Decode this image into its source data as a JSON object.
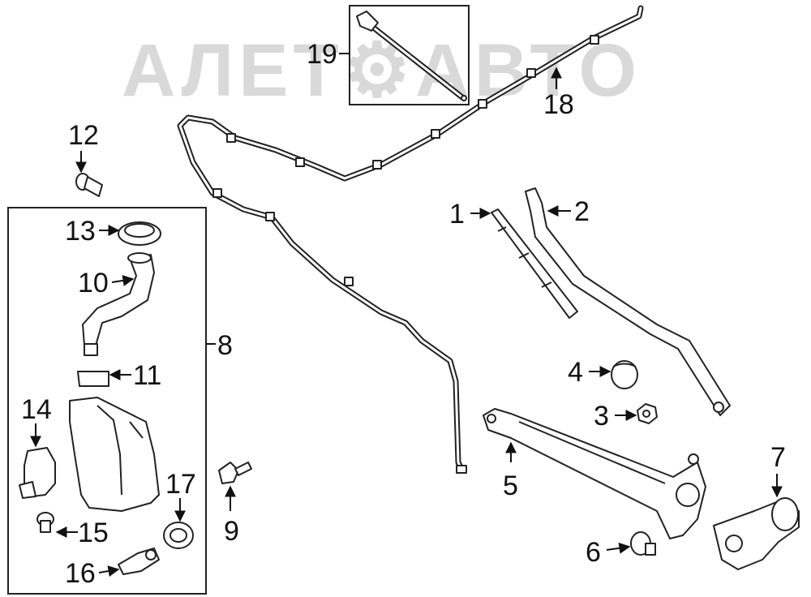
{
  "watermark": {
    "text": "АЛЕТ⚙АВТО"
  },
  "callouts": [
    {
      "id": "1",
      "label": "1"
    },
    {
      "id": "2",
      "label": "2"
    },
    {
      "id": "3",
      "label": "3"
    },
    {
      "id": "4",
      "label": "4"
    },
    {
      "id": "5",
      "label": "5"
    },
    {
      "id": "6",
      "label": "6"
    },
    {
      "id": "7",
      "label": "7"
    },
    {
      "id": "8",
      "label": "8"
    },
    {
      "id": "9",
      "label": "9"
    },
    {
      "id": "10",
      "label": "10"
    },
    {
      "id": "11",
      "label": "11"
    },
    {
      "id": "12",
      "label": "12"
    },
    {
      "id": "13",
      "label": "13"
    },
    {
      "id": "14",
      "label": "14"
    },
    {
      "id": "15",
      "label": "15"
    },
    {
      "id": "16",
      "label": "16"
    },
    {
      "id": "17",
      "label": "17"
    },
    {
      "id": "18",
      "label": "18"
    },
    {
      "id": "19",
      "label": "19"
    }
  ]
}
